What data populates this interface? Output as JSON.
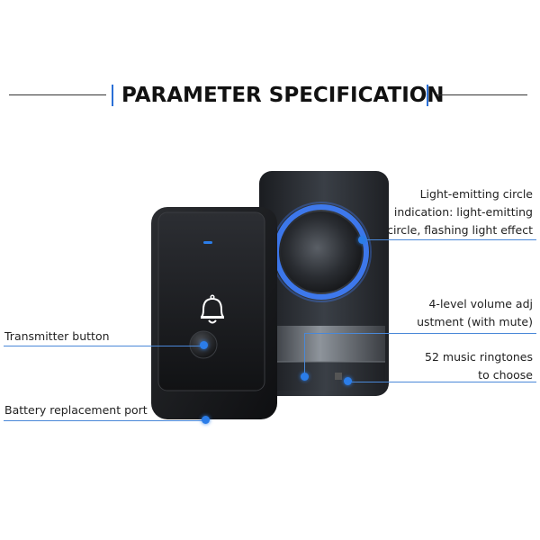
{
  "header": {
    "title": "PARAMETER SPECIFICATION"
  },
  "callouts": {
    "light_circle": [
      "Light-emitting circle",
      "indication: light-emitting",
      "circle, flashing light effect"
    ],
    "volume": [
      "4-level volume adj",
      "ustment (with mute)"
    ],
    "ringtones": [
      "52 music ringtones",
      "to choose"
    ],
    "transmitter": "Transmitter button",
    "battery": "Battery replacement port"
  },
  "icons": {
    "bell": "bell-icon"
  },
  "colors": {
    "accent": "#2b7de9",
    "ring_glow": "#3f7fff",
    "device_body": "#1c1c1e",
    "receiver_body": "#2b2f35"
  }
}
